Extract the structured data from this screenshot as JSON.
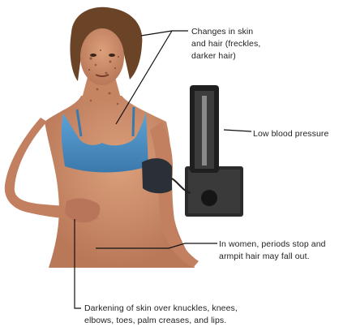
{
  "annotations": {
    "skin_hair": "Changes in skin\nand hair (freckles,\ndarker hair)",
    "blood_pressure": "Low blood pressure",
    "periods": "In women, periods stop and\narmpit hair may fall out.",
    "darkening": "Darkening of skin over knuckles, knees,\nelbows, toes, palm creases, and lips."
  },
  "colors": {
    "skin": "#c98b68",
    "skin_shadow": "#a86a4a",
    "hair": "#6b4427",
    "bra": "#4a8fc4",
    "cuff": "#2a2f38",
    "device": "#2b2b2b"
  }
}
